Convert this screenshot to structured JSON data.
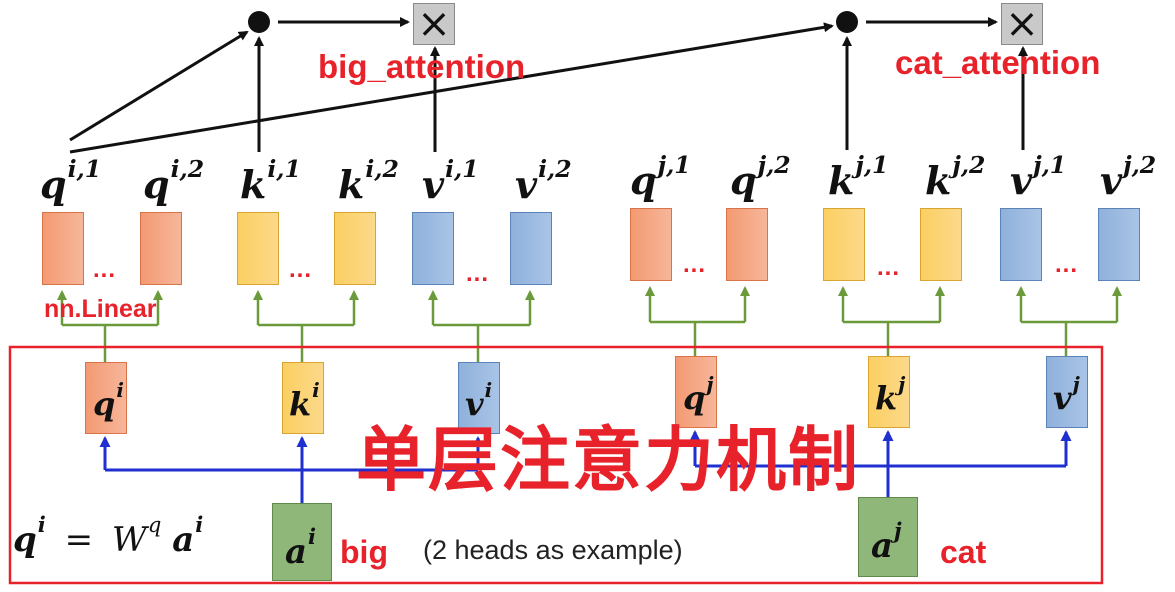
{
  "labels": {
    "big_attention": "big_attention",
    "cat_attention": "cat_attention",
    "nn_linear": "nn.Linear",
    "title": "单层注意力机制",
    "big": "big",
    "cat": "cat",
    "heads_note": "(2 heads as example)",
    "dots": "..."
  },
  "heads": {
    "qi1": {
      "base": "q",
      "sup": "i,1"
    },
    "qi2": {
      "base": "q",
      "sup": "i,2"
    },
    "ki1": {
      "base": "k",
      "sup": "i,1"
    },
    "ki2": {
      "base": "k",
      "sup": "i,2"
    },
    "vi1": {
      "base": "v",
      "sup": "i,1"
    },
    "vi2": {
      "base": "v",
      "sup": "i,2"
    },
    "qj1": {
      "base": "q",
      "sup": "j,1"
    },
    "qj2": {
      "base": "q",
      "sup": "j,2"
    },
    "kj1": {
      "base": "k",
      "sup": "j,1"
    },
    "kj2": {
      "base": "k",
      "sup": "j,2"
    },
    "vj1": {
      "base": "v",
      "sup": "j,1"
    },
    "vj2": {
      "base": "v",
      "sup": "j,2"
    }
  },
  "vectors": {
    "qi": {
      "base": "q",
      "sup": "i"
    },
    "ki": {
      "base": "k",
      "sup": "i"
    },
    "vi": {
      "base": "v",
      "sup": "i"
    },
    "qj": {
      "base": "q",
      "sup": "j"
    },
    "kj": {
      "base": "k",
      "sup": "j"
    },
    "vj": {
      "base": "v",
      "sup": "j"
    },
    "ai": {
      "base": "a",
      "sup": "i"
    },
    "aj": {
      "base": "a",
      "sup": "j"
    }
  },
  "formula": {
    "lhs": "q",
    "lhs_sup": "i",
    "eq": "=",
    "w": "W",
    "w_sup": "q",
    "rhs": "a",
    "rhs_sup": "i"
  },
  "symbols": {
    "multiply": "×"
  },
  "colors": {
    "red": "#e8222a",
    "green_arrow": "#6a9a3a",
    "blue_arrow": "#1f2fd0",
    "query_fill": "#f39a73",
    "key_fill": "#fbcf62",
    "value_fill": "#8fb1db",
    "input_fill": "#8fb779"
  }
}
